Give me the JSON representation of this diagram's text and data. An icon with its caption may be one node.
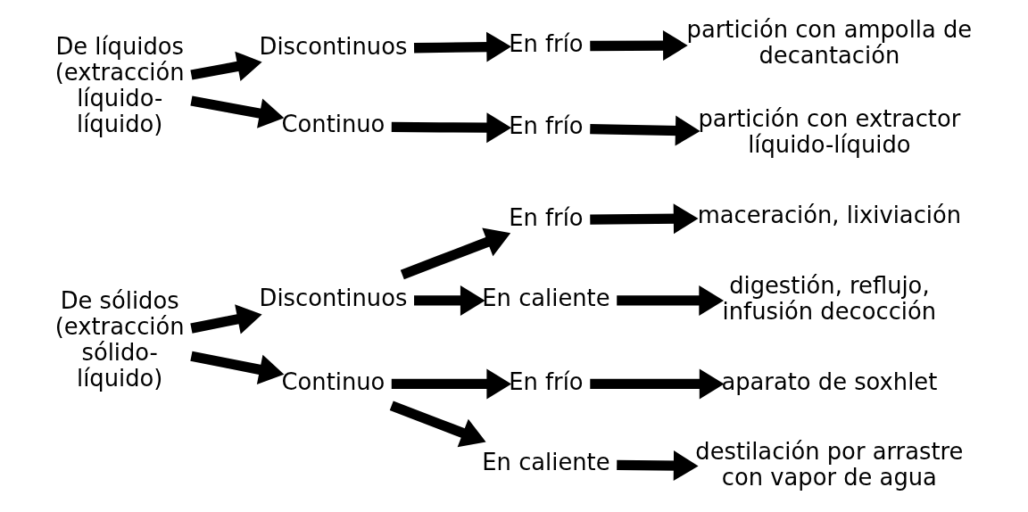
{
  "diagram": {
    "nodes": [
      {
        "text": [
          "De sólidos (extracción sólido-líquido)"
        ]
      },
      {
        "text": [
          "Discontinuos"
        ]
      },
      {
        "text": [
          "En frío"
        ]
      },
      {
        "text": [
          "maceración, lixiviación"
        ]
      },
      {
        "text": [
          "En caliente"
        ]
      },
      {
        "text": [
          "digestión, reflujo, infusión decocción"
        ]
      },
      {
        "text": [
          "Continuo"
        ]
      },
      {
        "text": [
          "En frío"
        ]
      },
      {
        "text": [
          "aparato de soxhlet"
        ]
      },
      {
        "text": [
          "En caliente"
        ]
      },
      {
        "text": [
          "destilación por arrastre con vapor de agua"
        ]
      },
      {
        "text": [
          "De líquidos (extracción líquido-líquido)"
        ]
      },
      {
        "text": [
          "Discontinuos"
        ]
      },
      {
        "text": [
          "En frío"
        ]
      },
      {
        "text": [
          "partición con ampolla de decantación"
        ]
      },
      {
        "text": [
          "Continuo"
        ]
      },
      {
        "text": [
          "En frío"
        ]
      },
      {
        "text": [
          "partición con extractor líquido-líquido"
        ]
      }
    ],
    "edges": [
      {
        "from": 0,
        "to": 1,
        "arrow": "to"
      },
      {
        "from": 0,
        "to": 6,
        "arrow": "to"
      },
      {
        "from": 1,
        "to": 2,
        "arrow": "to"
      },
      {
        "from": 1,
        "to": 4,
        "arrow": "to"
      },
      {
        "from": 2,
        "to": 3,
        "arrow": "to"
      },
      {
        "from": 4,
        "to": 5,
        "arrow": "to"
      },
      {
        "from": 6,
        "to": 7,
        "arrow": "to"
      },
      {
        "from": 6,
        "to": 9,
        "arrow": "to"
      },
      {
        "from": 7,
        "to": 8,
        "arrow": "to"
      },
      {
        "from": 9,
        "to": 10,
        "arrow": "to"
      },
      {
        "from": 11,
        "to": 12,
        "arrow": "to"
      },
      {
        "from": 11,
        "to": 15,
        "arrow": "to"
      },
      {
        "from": 12,
        "to": 13,
        "arrow": "to"
      },
      {
        "from": 13,
        "to": 14,
        "arrow": "to"
      },
      {
        "from": 15,
        "to": 16,
        "arrow": "to"
      },
      {
        "from": 16,
        "to": 17,
        "arrow": "to"
      }
    ]
  }
}
